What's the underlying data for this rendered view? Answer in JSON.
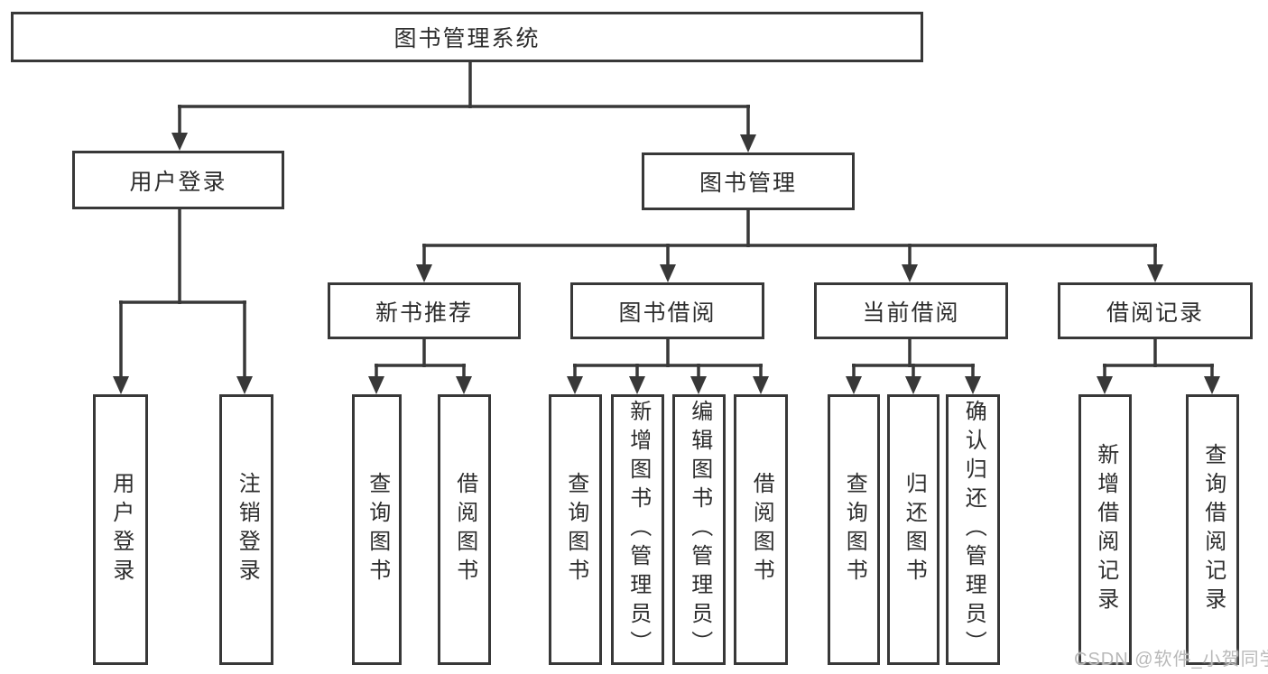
{
  "diagram": {
    "root": "图书管理系统",
    "level2": [
      "用户登录",
      "图书管理"
    ],
    "level3": [
      "新书推荐",
      "图书借阅",
      "当前借阅",
      "借阅记录"
    ],
    "leaves": {
      "user_login": [
        "用户登录",
        "注销登录"
      ],
      "new_book_recommend": [
        "查询图书",
        "借阅图书"
      ],
      "book_borrow": [
        "查询图书",
        "新增图书（管理员）",
        "编辑图书（管理员）",
        "借阅图书"
      ],
      "current_borrow": [
        "查询图书",
        "归还图书",
        "确认归还（管理员）"
      ],
      "borrow_record": [
        "新增借阅记录",
        "查询借阅记录"
      ]
    }
  },
  "watermark": "CSDN @软件_小贺同学",
  "colors": {
    "line": "#383838",
    "text": "#2d2d2d",
    "watermark": "#b9b9b9",
    "background": "#ffffff"
  }
}
